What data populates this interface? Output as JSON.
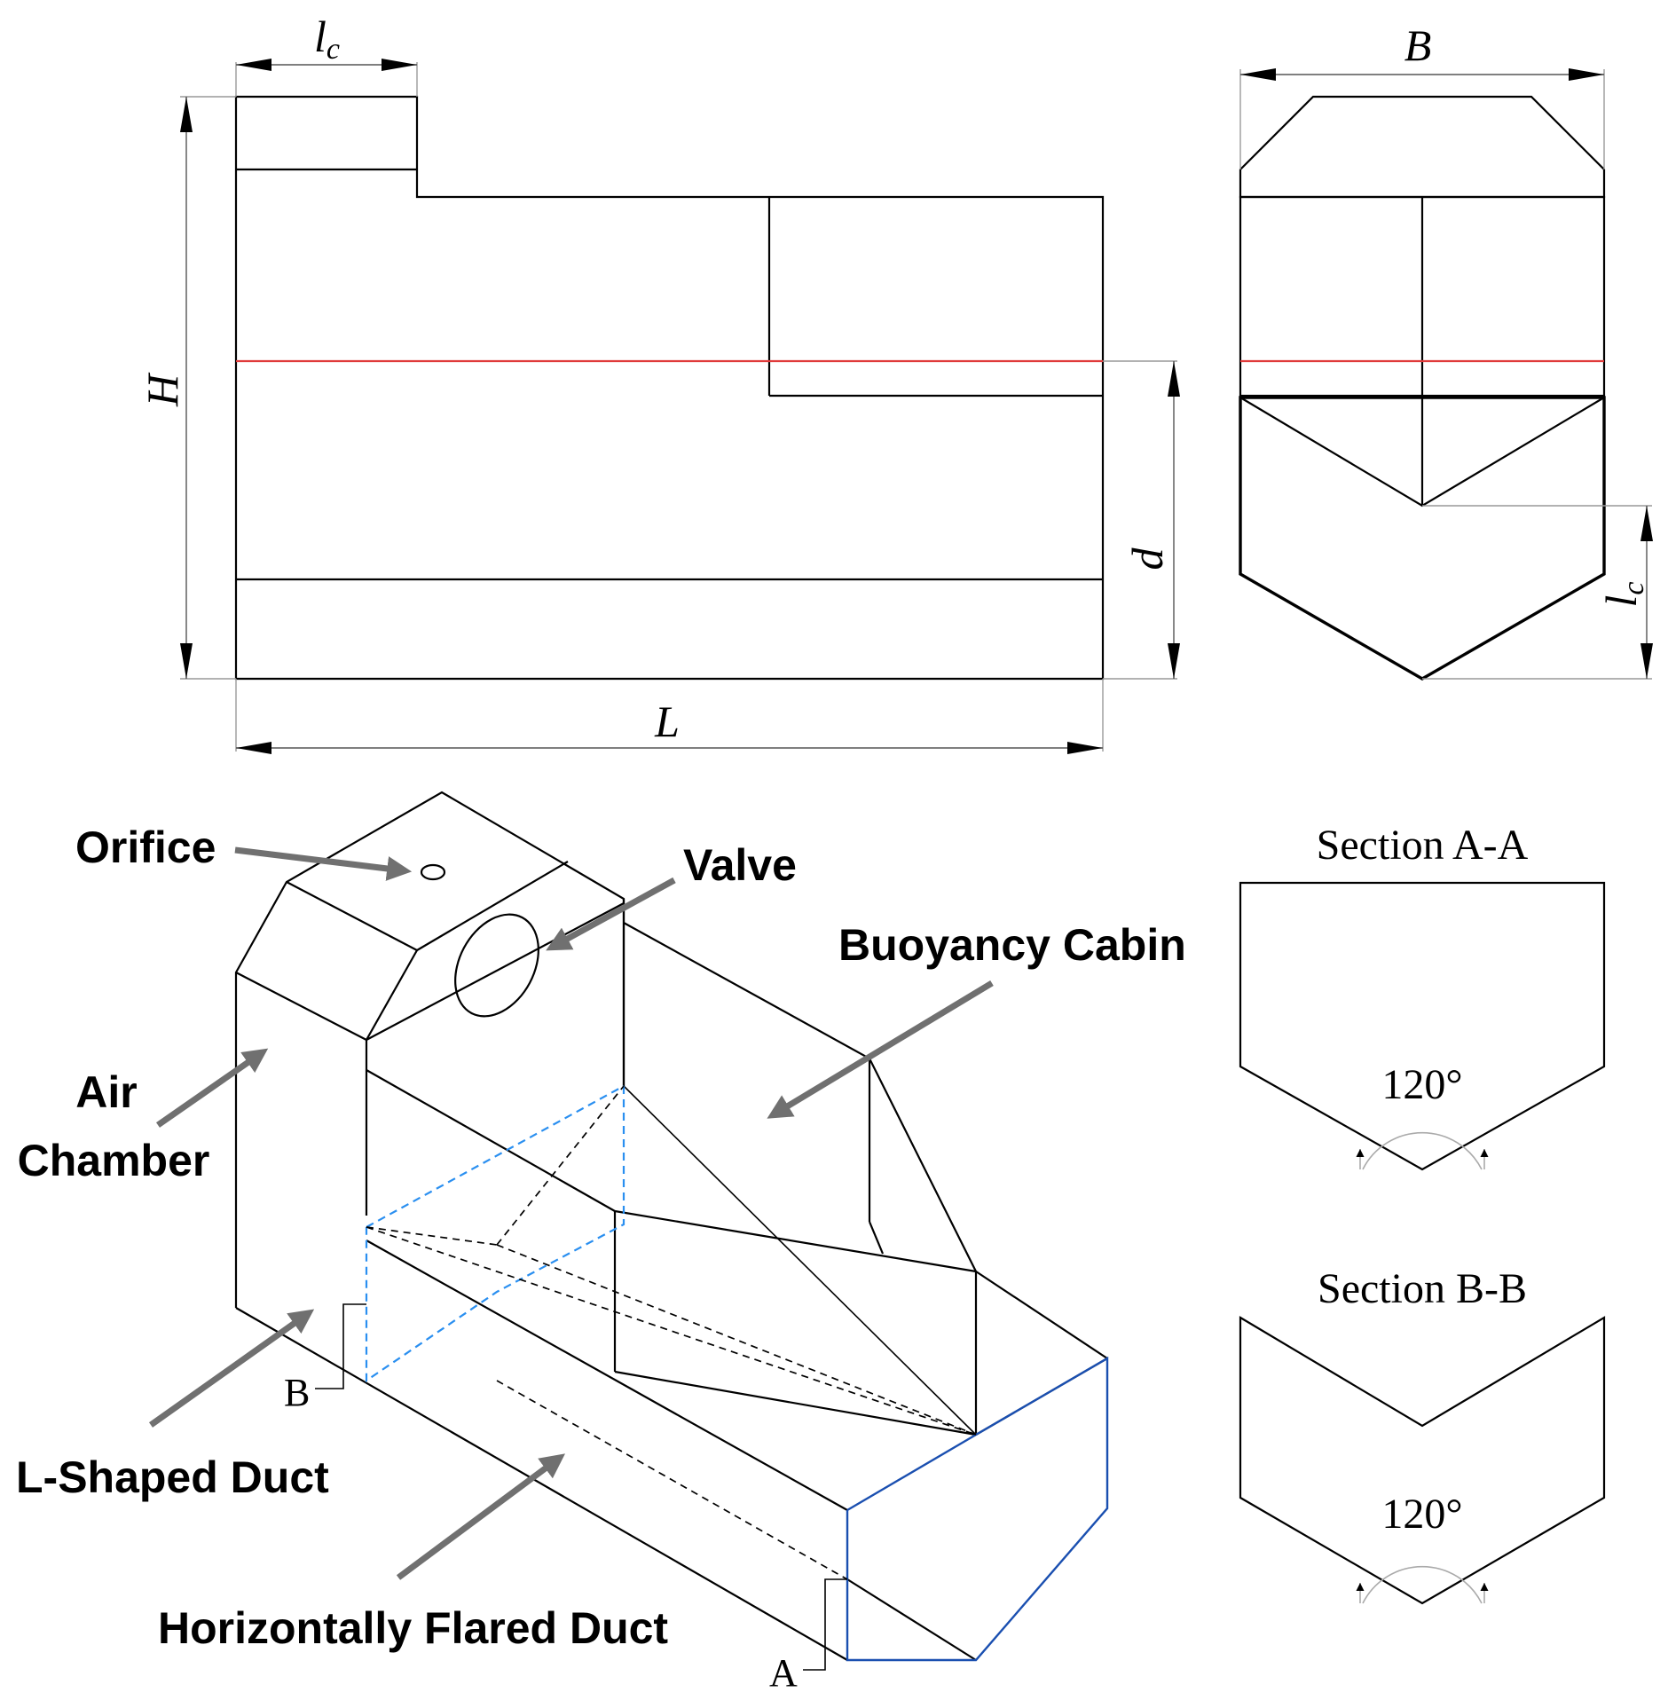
{
  "dimensions": {
    "lc_top": "l",
    "lc_top_sub": "c",
    "B": "B",
    "H": "H",
    "d": "d",
    "L": "L",
    "lc_side": "l",
    "lc_side_sub": "c"
  },
  "labels": {
    "orifice": "Orifice",
    "valve": "Valve",
    "buoyancy_cabin": "Buoyancy Cabin",
    "air_chamber_line1": "Air",
    "air_chamber_line2": "Chamber",
    "l_shaped_duct": "L-Shaped Duct",
    "horizontally_flared_duct": "Horizontally Flared Duct"
  },
  "sections": {
    "a": {
      "title": "Section A-A",
      "angle": "120°"
    },
    "b": {
      "title": "Section B-B",
      "angle": "120°"
    }
  },
  "cut_markers": {
    "a": "A",
    "b": "B"
  },
  "colors": {
    "waterline": "#e03a3a",
    "cut_edge": "#1a4fb0",
    "hidden_blue": "#2a8ff0",
    "callout_arrow": "#707070"
  }
}
